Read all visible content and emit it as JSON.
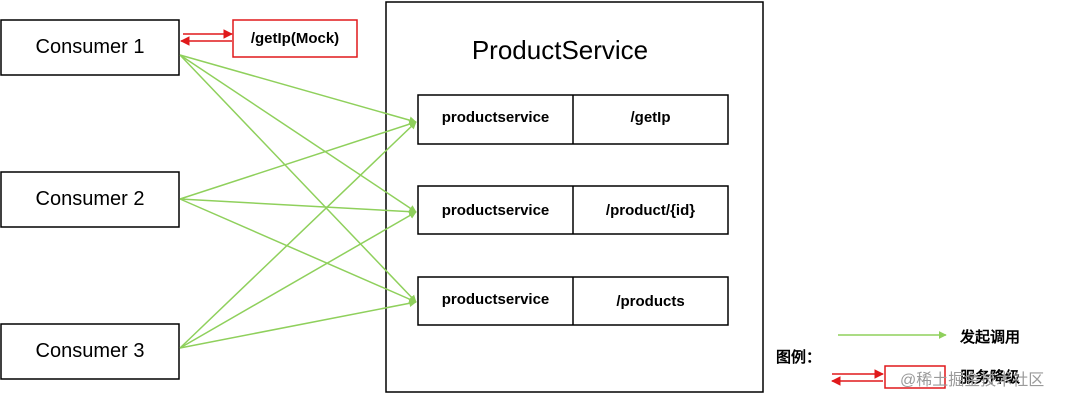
{
  "consumers": [
    "Consumer 1",
    "Consumer 2",
    "Consumer 3"
  ],
  "mock_label": "/getIp(Mock)",
  "service": {
    "title": "ProductService",
    "endpoints": [
      {
        "name": "productservice",
        "path": "/getIp"
      },
      {
        "name": "productservice",
        "path": "/product/{id}"
      },
      {
        "name": "productservice",
        "path": "/products"
      }
    ]
  },
  "legend": {
    "label": "图例：",
    "invoke": "发起调用",
    "degrade": "服务降级"
  },
  "watermark": "@稀土掘金技术社区",
  "colors": {
    "call_arrow": "#8fd05c",
    "degrade_arrow": "#e0191b",
    "box_border": "#000000"
  }
}
